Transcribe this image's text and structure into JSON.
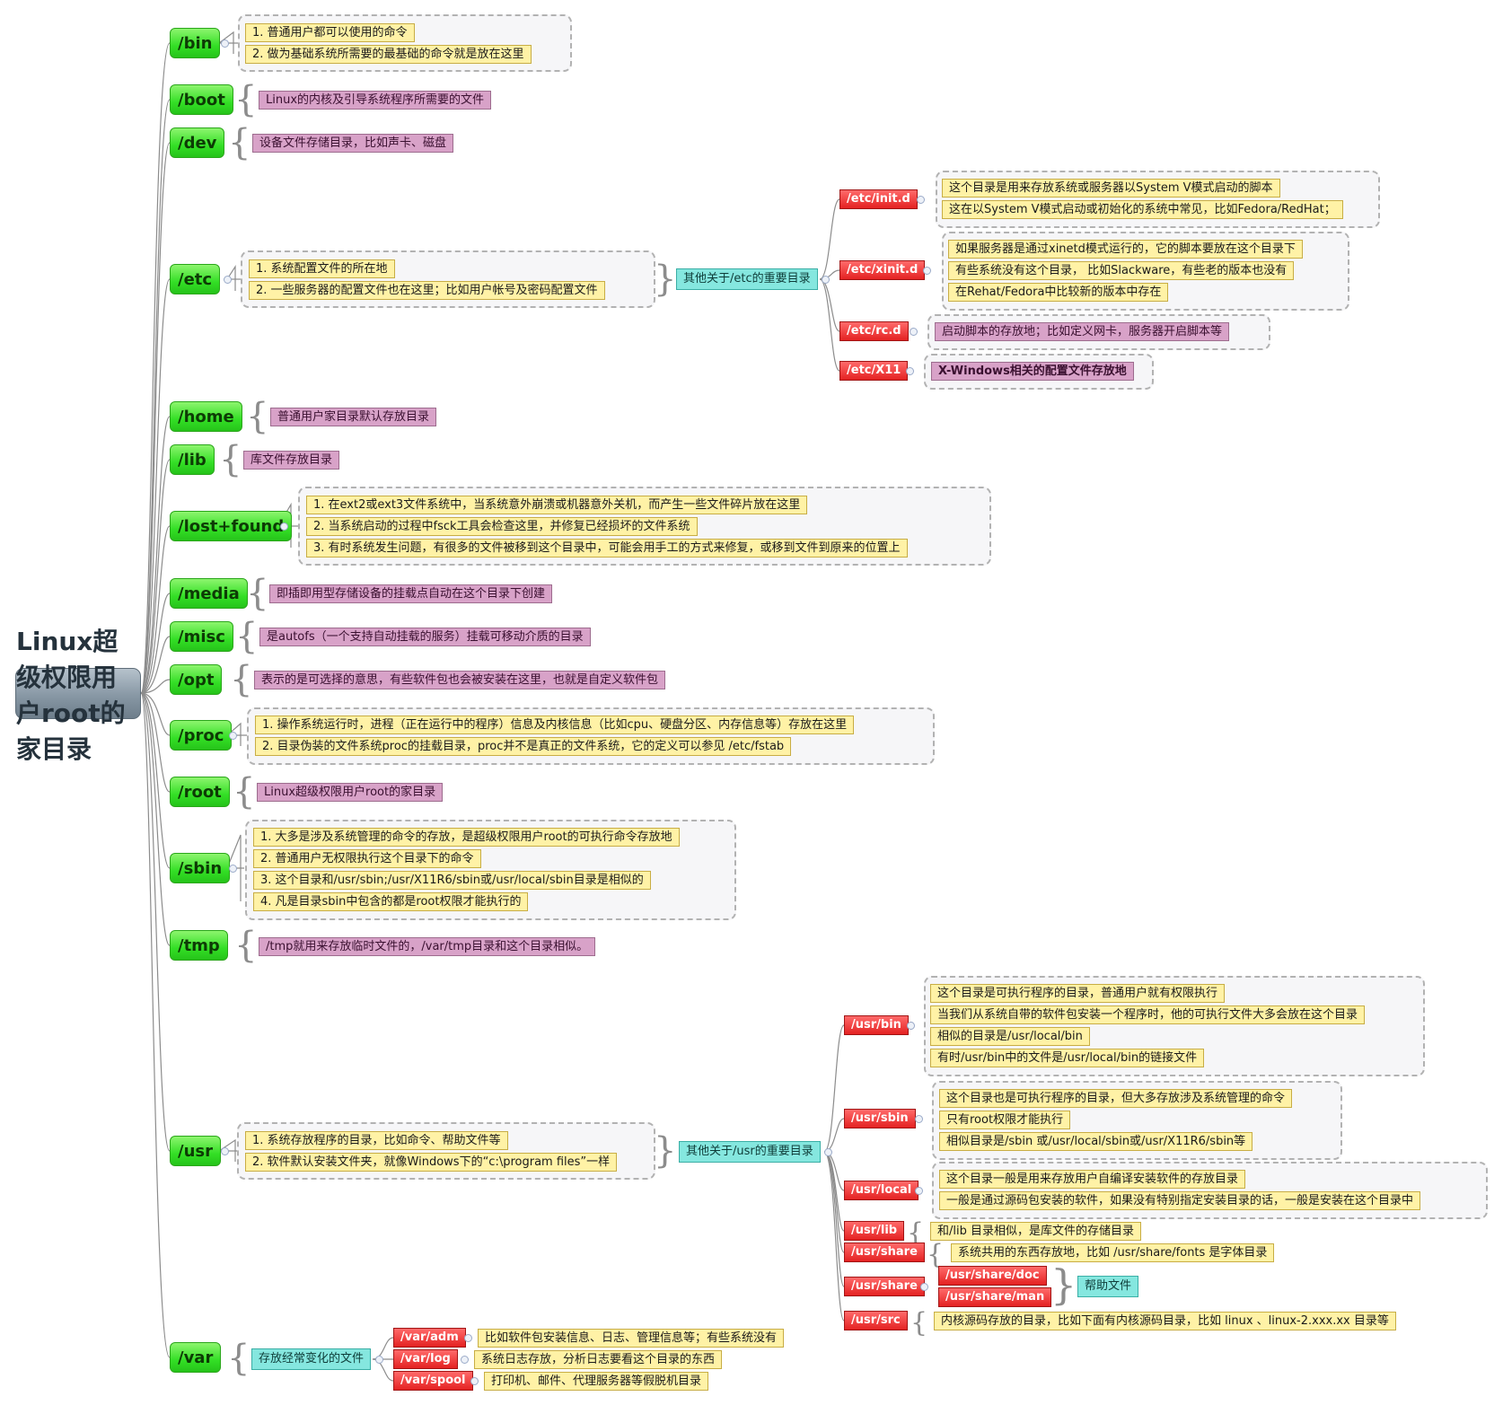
{
  "root": "Linux超级权限用户root的家目录",
  "dirs": {
    "bin": "/bin",
    "boot": "/boot",
    "dev": "/dev",
    "etc": "/etc",
    "home": "/home",
    "lib": "/lib",
    "lostfound": "/lost+found",
    "media": "/media",
    "misc": "/misc",
    "opt": "/opt",
    "proc": "/proc",
    "root": "/root",
    "sbin": "/sbin",
    "tmp": "/tmp",
    "usr": "/usr",
    "var": "/var"
  },
  "bin": [
    "1. 普通用户都可以使用的命令",
    "2. 做为基础系统所需要的最基础的命令就是放在这里"
  ],
  "boot": "Linux的内核及引导系统程序所需要的文件",
  "dev": "设备文件存储目录，比如声卡、磁盘",
  "etc": {
    "items": [
      "1. 系统配置文件的所在地",
      "2. 一些服务器的配置文件也在这里；比如用户帐号及密码配置文件"
    ],
    "other": "其他关于/etc的重要目录",
    "init_d": "/etc/init.d",
    "init_d_items": [
      "这个目录是用来存放系统或服务器以System V模式启动的脚本",
      "这在以System V模式启动或初始化的系统中常见，比如Fedora/RedHat；"
    ],
    "xinit_d": "/etc/xinit.d",
    "xinit_d_items": [
      "如果服务器是通过xinetd模式运行的，它的脚本要放在这个目录下",
      "有些系统没有这个目录， 比如Slackware，有些老的版本也没有",
      "在Rehat/Fedora中比较新的版本中存在"
    ],
    "rc_d": "/etc/rc.d",
    "rc_d_item": "启动脚本的存放地；比如定义网卡，服务器开启脚本等",
    "x11": "/etc/X11",
    "x11_item": "X-Windows相关的配置文件存放地"
  },
  "home": "普通用户家目录默认存放目录",
  "lib": "库文件存放目录",
  "lostfound": [
    "1. 在ext2或ext3文件系统中，当系统意外崩溃或机器意外关机，而产生一些文件碎片放在这里",
    "2. 当系统启动的过程中fsck工具会检查这里，并修复已经损坏的文件系统",
    "3. 有时系统发生问题，有很多的文件被移到这个目录中，可能会用手工的方式来修复，或移到文件到原来的位置上"
  ],
  "media": "即插即用型存储设备的挂载点自动在这个目录下创建",
  "misc": "是autofs（一个支持自动挂载的服务）挂载可移动介质的目录",
  "opt": "表示的是可选择的意思，有些软件包也会被安装在这里，也就是自定义软件包",
  "proc": [
    "1. 操作系统运行时，进程（正在运行中的程序）信息及内核信息（比如cpu、硬盘分区、内存信息等）存放在这里",
    "2. 目录伪装的文件系统proc的挂载目录，proc并不是真正的文件系统，它的定义可以参见 /etc/fstab"
  ],
  "sbin": [
    "1. 大多是涉及系统管理的命令的存放，是超级权限用户root的可执行命令存放地",
    "2. 普通用户无权限执行这个目录下的命令",
    "3. 这个目录和/usr/sbin;/usr/X11R6/sbin或/usr/local/sbin目录是相似的",
    "4. 凡是目录sbin中包含的都是root权限才能执行的"
  ],
  "tmp": "/tmp就用来存放临时文件的，/var/tmp目录和这个目录相似。",
  "usr": {
    "items": [
      "1. 系统存放程序的目录，比如命令、帮助文件等",
      "2. 软件默认安装文件夹，就像Windows下的“c:\\program files”一样"
    ],
    "other": "其他关于/usr的重要目录",
    "bin": "/usr/bin",
    "bin_items": [
      "这个目录是可执行程序的目录，普通用户就有权限执行",
      "当我们从系统自带的软件包安装一个程序时，他的可执行文件大多会放在这个目录",
      "相似的目录是/usr/local/bin",
      "有时/usr/bin中的文件是/usr/local/bin的链接文件"
    ],
    "sbin": "/usr/sbin",
    "sbin_items": [
      "这个目录也是可执行程序的目录，但大多存放涉及系统管理的命令",
      "只有root权限才能执行",
      "相似目录是/sbin 或/usr/local/sbin或/usr/X11R6/sbin等"
    ],
    "local": "/usr/local",
    "local_items": [
      "这个目录一般是用来存放用户自编译安装软件的存放目录",
      "一般是通过源码包安装的软件，如果没有特别指定安装目录的话，一般是安装在这个目录中"
    ],
    "lib": "/usr/lib",
    "lib_item": "和/lib 目录相似，是库文件的存储目录",
    "share1": "/usr/share",
    "share1_item": "系统共用的东西存放地，比如 /usr/share/fonts 是字体目录",
    "share2": "/usr/share",
    "share_doc": "/usr/share/doc",
    "share_man": "/usr/share/man",
    "share2_item": "帮助文件",
    "src": "/usr/src",
    "src_item": "内核源码存放的目录，比如下面有内核源码目录，比如 linux 、linux-2.xxx.xx 目录等"
  },
  "var": {
    "label": "存放经常变化的文件",
    "adm": "/var/adm",
    "adm_item": "比如软件包安装信息、日志、管理信息等；有些系统没有",
    "log": "/var/log",
    "log_item": "系统日志存放，分析日志要看这个目录的东西",
    "spool": "/var/spool",
    "spool_item": "打印机、邮件、代理服务器等假脱机目录"
  }
}
